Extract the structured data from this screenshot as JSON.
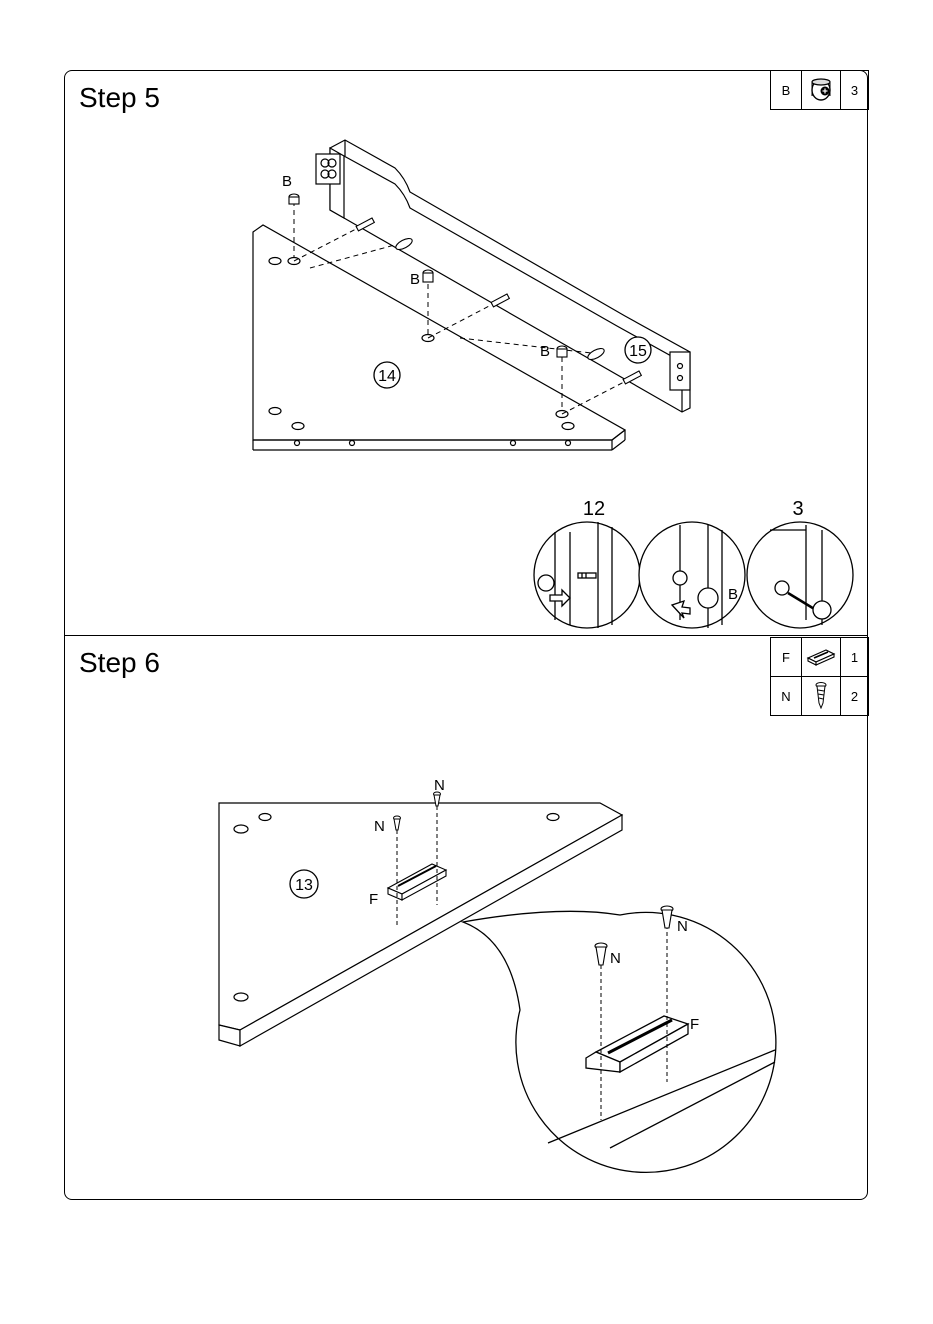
{
  "step5": {
    "title": "Step 5",
    "parts": [
      {
        "letter": "B",
        "icon": "cam-lock-icon",
        "qty": "3"
      }
    ],
    "labels": {
      "cam": "B",
      "panel_a": "14",
      "panel_b": "15",
      "turns_insert": "12",
      "turns_lock": "3"
    }
  },
  "step6": {
    "title": "Step 6",
    "parts": [
      {
        "letter": "F",
        "icon": "magnetic-catch-icon",
        "qty": "1"
      },
      {
        "letter": "N",
        "icon": "screw-icon",
        "qty": "2"
      }
    ],
    "labels": {
      "panel": "13",
      "screw": "N",
      "catch": "F"
    }
  }
}
